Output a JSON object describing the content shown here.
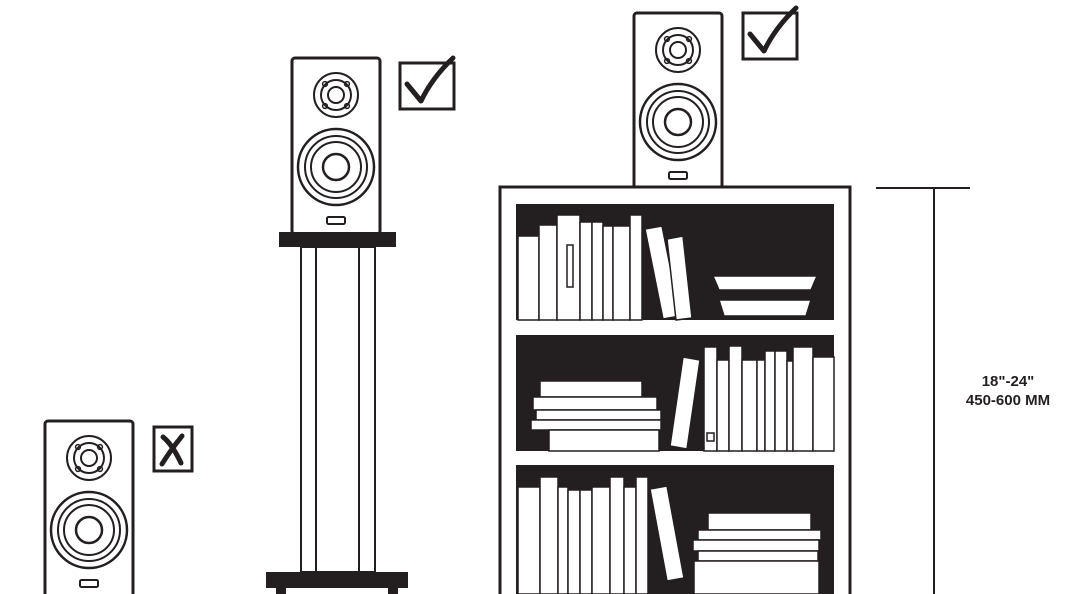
{
  "colors": {
    "ink": "#231f20",
    "paper": "#ffffff"
  },
  "measurement": {
    "line1": "18\"-24\"",
    "line2": "450-600 MM"
  },
  "placements": [
    {
      "name": "floor",
      "status": "incorrect",
      "mark": "cross-icon"
    },
    {
      "name": "speaker-stand",
      "status": "correct",
      "mark": "check-icon"
    },
    {
      "name": "bookshelf-top",
      "status": "correct",
      "mark": "check-icon"
    }
  ]
}
